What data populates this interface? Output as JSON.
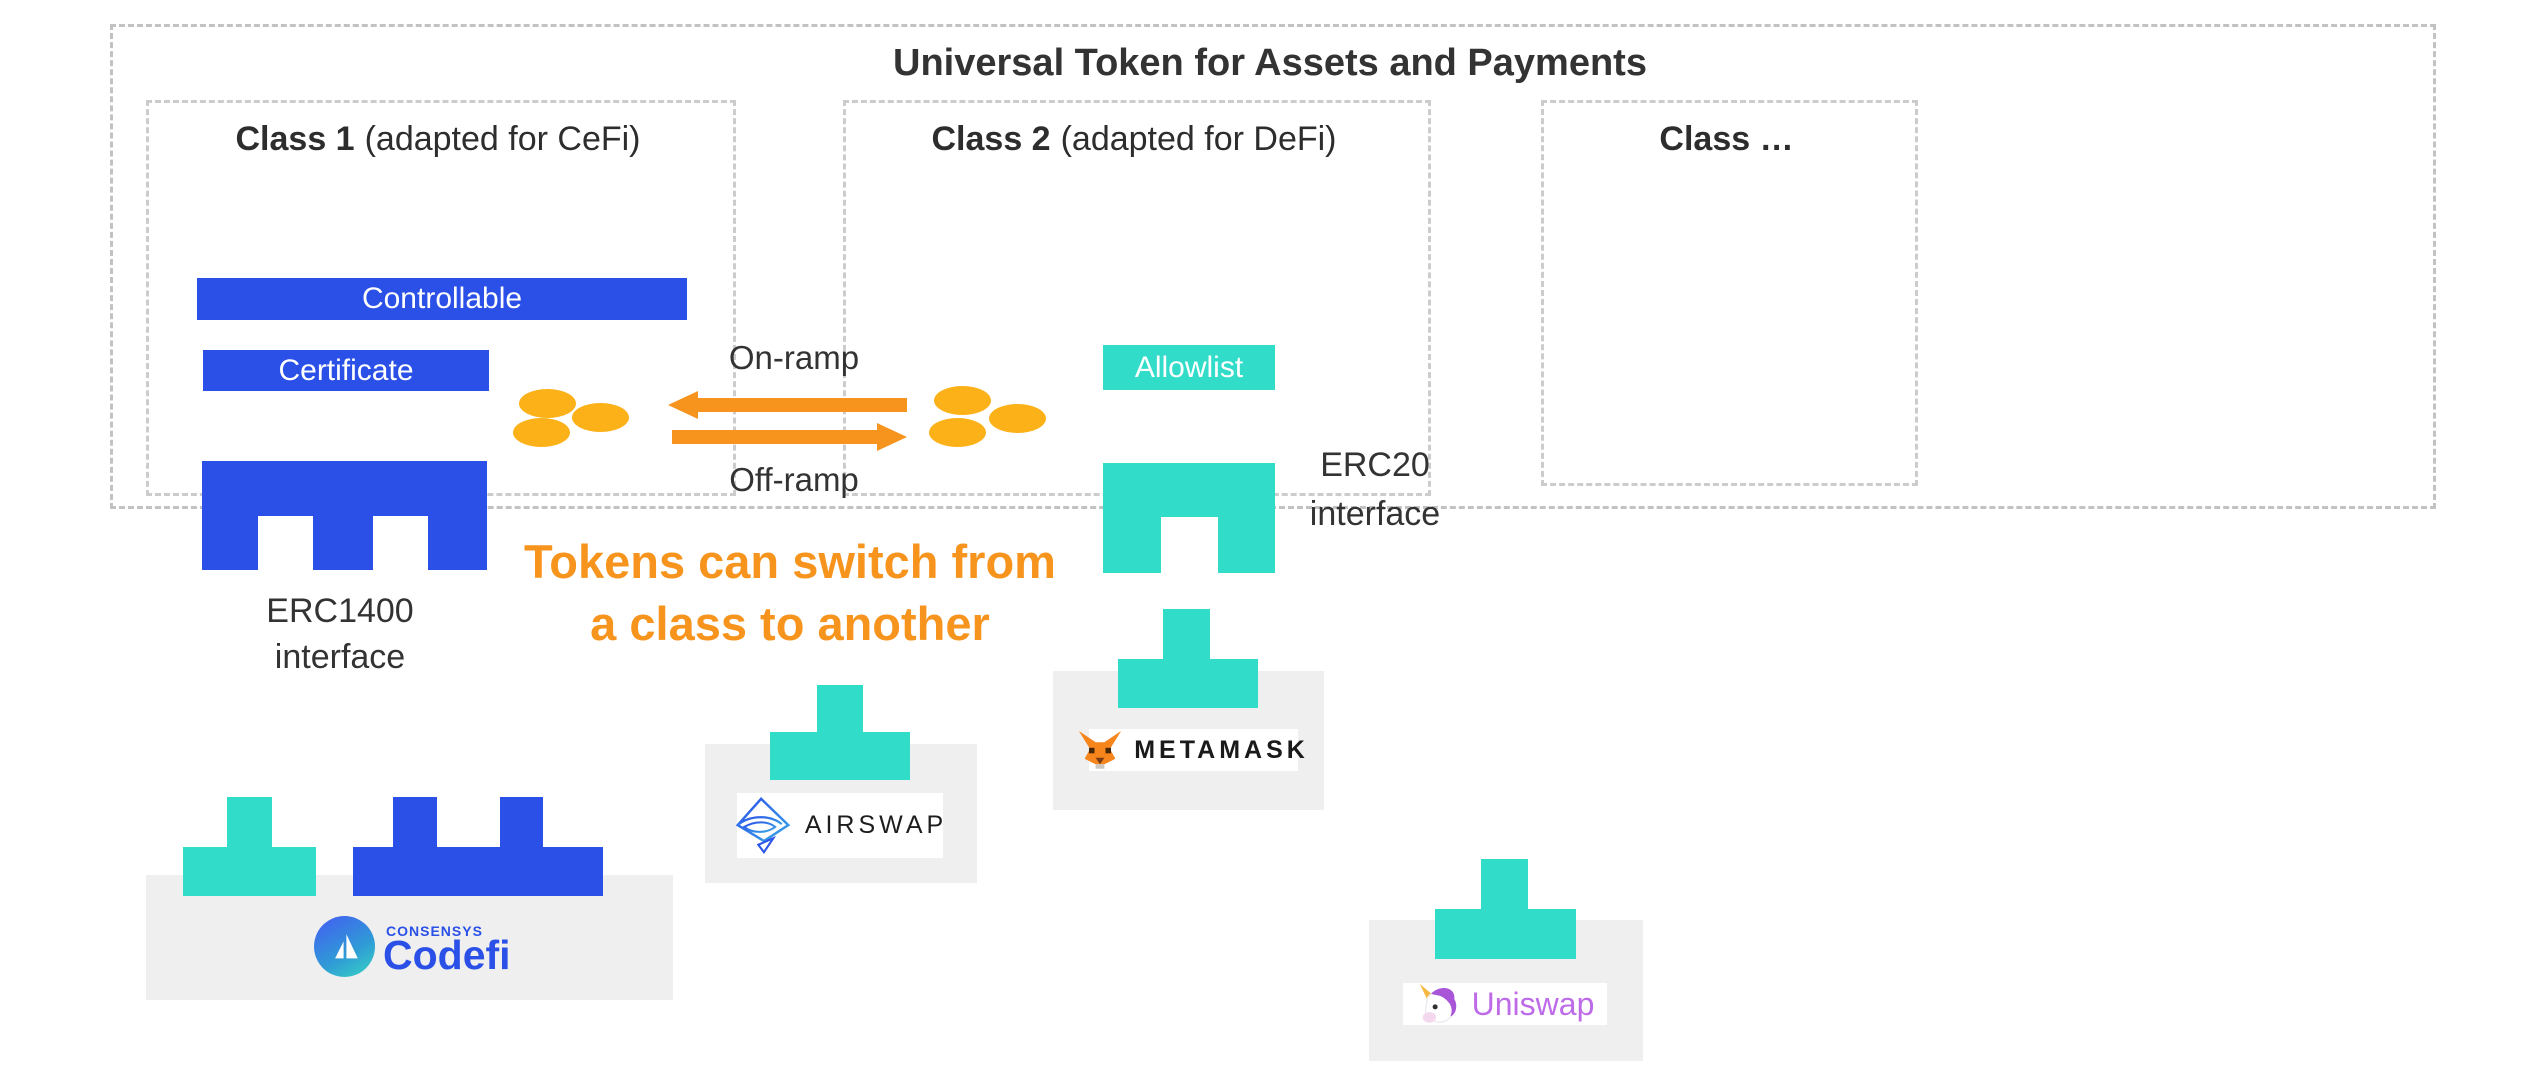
{
  "title": "Universal Token for Assets and Payments",
  "classes": {
    "class1": {
      "name": "Class 1",
      "qualifier": "(adapted for CeFi)"
    },
    "class2": {
      "name": "Class 2",
      "qualifier": "(adapted for DeFi)"
    },
    "class3": {
      "name": "Class …",
      "qualifier": ""
    }
  },
  "features": {
    "controllable": "Controllable",
    "certificate": "Certificate",
    "allowlist": "Allowlist"
  },
  "interfaces": {
    "erc1400": {
      "line1": "ERC1400",
      "line2": "interface"
    },
    "erc20": {
      "line1": "ERC20",
      "line2": "interface"
    }
  },
  "ramps": {
    "on_label": "On-ramp",
    "off_label": "Off-ramp"
  },
  "callout": {
    "line1": "Tokens can switch from",
    "line2": "a class to another"
  },
  "brands": {
    "consensys": "CONSENSYS",
    "codefi": "Codefi",
    "airswap": "AIRSWAP",
    "metamask": "METAMASK",
    "uniswap": "Uniswap"
  },
  "icons": {
    "airswap": "airswap-diamond-logo-icon",
    "metamask": "metamask-fox-icon",
    "uniswap": "uniswap-unicorn-icon",
    "codefi": "consensys-triangle-icon",
    "coins": "token-coin-icon"
  },
  "colors": {
    "blue": "#2B50E8",
    "teal": "#31DCC9",
    "orange": "#F7941E",
    "coin_gold": "#FBB117",
    "panel_gray": "#EFEFEF",
    "dash_gray": "#C6C6C6",
    "text_dark": "#333333",
    "codefi_blue": "#2B50E7",
    "uniswap_purple": "#BE6BE8"
  }
}
